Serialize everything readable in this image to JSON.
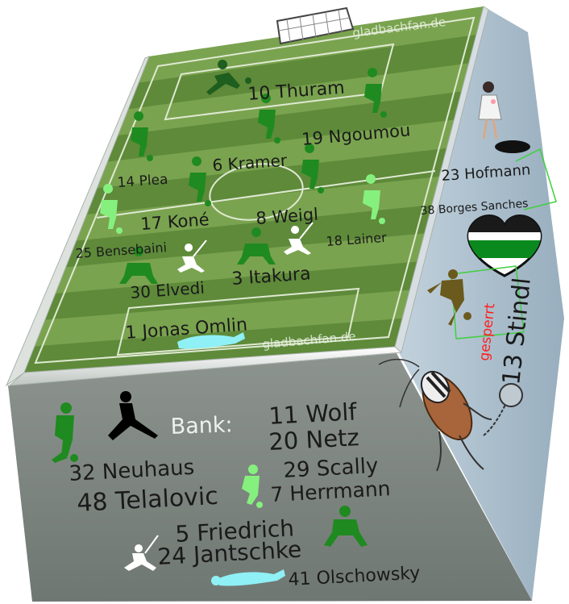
{
  "watermark": "gladbachfan.de",
  "field_players": [
    {
      "number": "10",
      "name": "Thuram"
    },
    {
      "number": "19",
      "name": "Ngoumou"
    },
    {
      "number": "6",
      "name": "Kramer"
    },
    {
      "number": "14",
      "name": "Plea"
    },
    {
      "number": "17",
      "name": "Koné"
    },
    {
      "number": "8",
      "name": "Weigl"
    },
    {
      "number": "25",
      "name": "Bensebaini"
    },
    {
      "number": "18",
      "name": "Lainer"
    },
    {
      "number": "30",
      "name": "Elvedi"
    },
    {
      "number": "3",
      "name": "Itakura"
    },
    {
      "number": "1",
      "name": "Jonas Omlin"
    }
  ],
  "right_side": {
    "players": [
      {
        "number": "23",
        "name": "Hofmann"
      },
      {
        "number": "38",
        "name": "Borges Sanches"
      }
    ],
    "suspended_label": "gesperrt",
    "suspended_player": {
      "number": "13",
      "name": "Stindl"
    }
  },
  "bench": {
    "title": "Bank:",
    "players": [
      {
        "number": "11",
        "name": "Wolf"
      },
      {
        "number": "20",
        "name": "Netz"
      },
      {
        "number": "32",
        "name": "Neuhaus"
      },
      {
        "number": "29",
        "name": "Scally"
      },
      {
        "number": "48",
        "name": "Telalovic"
      },
      {
        "number": "7",
        "name": "Herrmann"
      },
      {
        "number": "5",
        "name": "Friedrich"
      },
      {
        "number": "24",
        "name": "Jantschke"
      },
      {
        "number": "41",
        "name": "Olschowsky"
      }
    ]
  },
  "colors": {
    "pitch_dark": "#5e8a3a",
    "pitch_light": "#7aa34f",
    "side_panel": "#a9bccb",
    "bottom_panel": "#808883",
    "player_green": "#1f8a1f",
    "player_light": "#86f07f",
    "player_dark": "#1e5e1e",
    "suspended_red": "#ff2020"
  }
}
